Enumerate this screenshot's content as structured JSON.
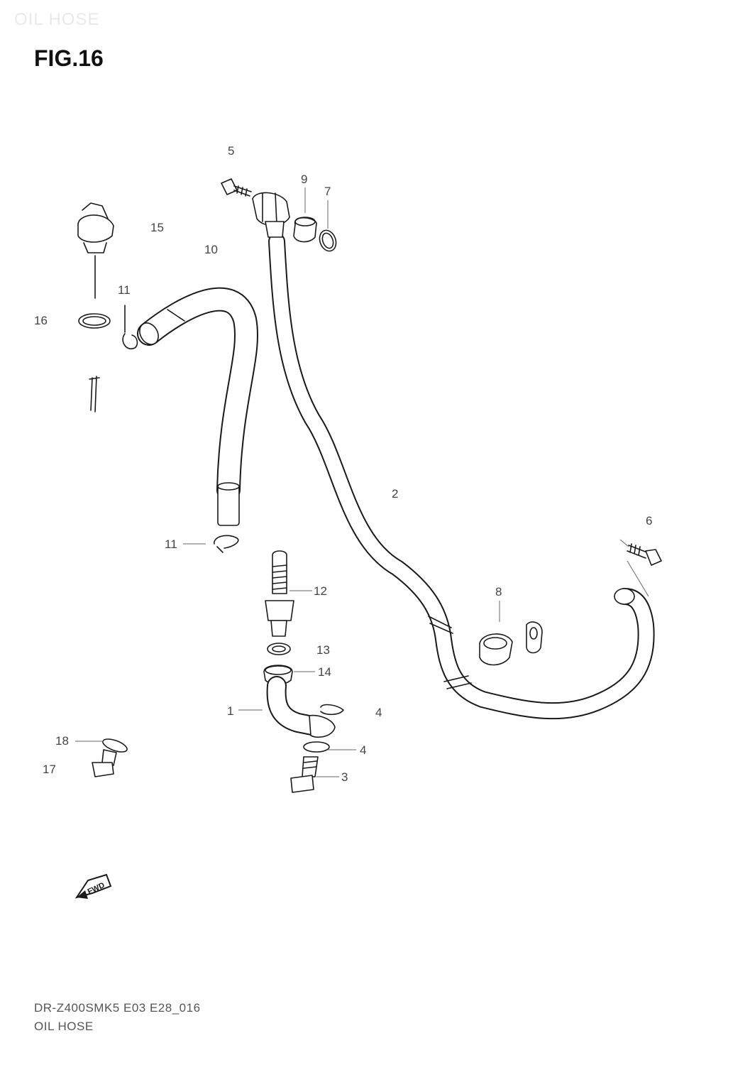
{
  "header": {
    "watermark": "OIL HOSE",
    "figure_title": "FIG.16"
  },
  "footer": {
    "model_code": "DR-Z400SMK5 E03 E28_016",
    "caption": "OIL HOSE"
  },
  "callouts": {
    "c1": "1",
    "c2": "2",
    "c3": "3",
    "c4a": "4",
    "c4b": "4",
    "c5": "5",
    "c6": "6",
    "c7": "7",
    "c8": "8",
    "c9": "9",
    "c10": "10",
    "c11a": "11",
    "c11b": "11",
    "c12": "12",
    "c13": "13",
    "c14": "14",
    "c15": "15",
    "c16": "16",
    "c17": "17",
    "c18": "18"
  },
  "fwd_badge": "FWD"
}
